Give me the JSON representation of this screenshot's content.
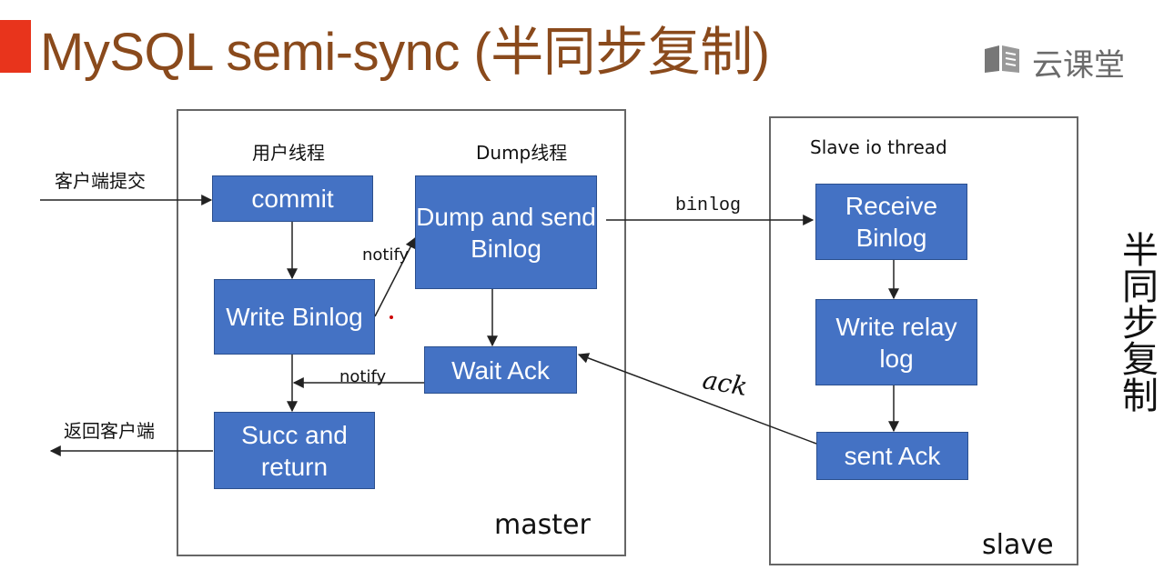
{
  "header": {
    "title": "MySQL semi-sync (半同步复制)",
    "logo_text": "云课堂",
    "accent_color": "#e8341c",
    "title_color": "#8a4a1c"
  },
  "side_caption": "半同步复制",
  "master": {
    "label": "master",
    "user_thread_label": "用户线程",
    "dump_thread_label": "Dump线程",
    "client_submit_label": "客户端提交",
    "return_client_label": "返回客户端",
    "nodes": {
      "commit": "commit",
      "write_binlog": "Write Binlog",
      "succ_return": "Succ and return",
      "dump_send": "Dump and send Binlog",
      "wait_ack": "Wait Ack"
    },
    "notify_label_1": "notify",
    "notify_label_2": "notify"
  },
  "slave": {
    "label": "slave",
    "thread_label": "Slave io thread",
    "nodes": {
      "receive_binlog": "Receive Binlog",
      "write_relay": "Write relay log",
      "sent_ack": "sent Ack"
    }
  },
  "edges": {
    "binlog_label": "binlog",
    "ack_label": "ack"
  },
  "colors": {
    "node_fill": "#4472c4",
    "node_border": "#2b4f8e"
  }
}
